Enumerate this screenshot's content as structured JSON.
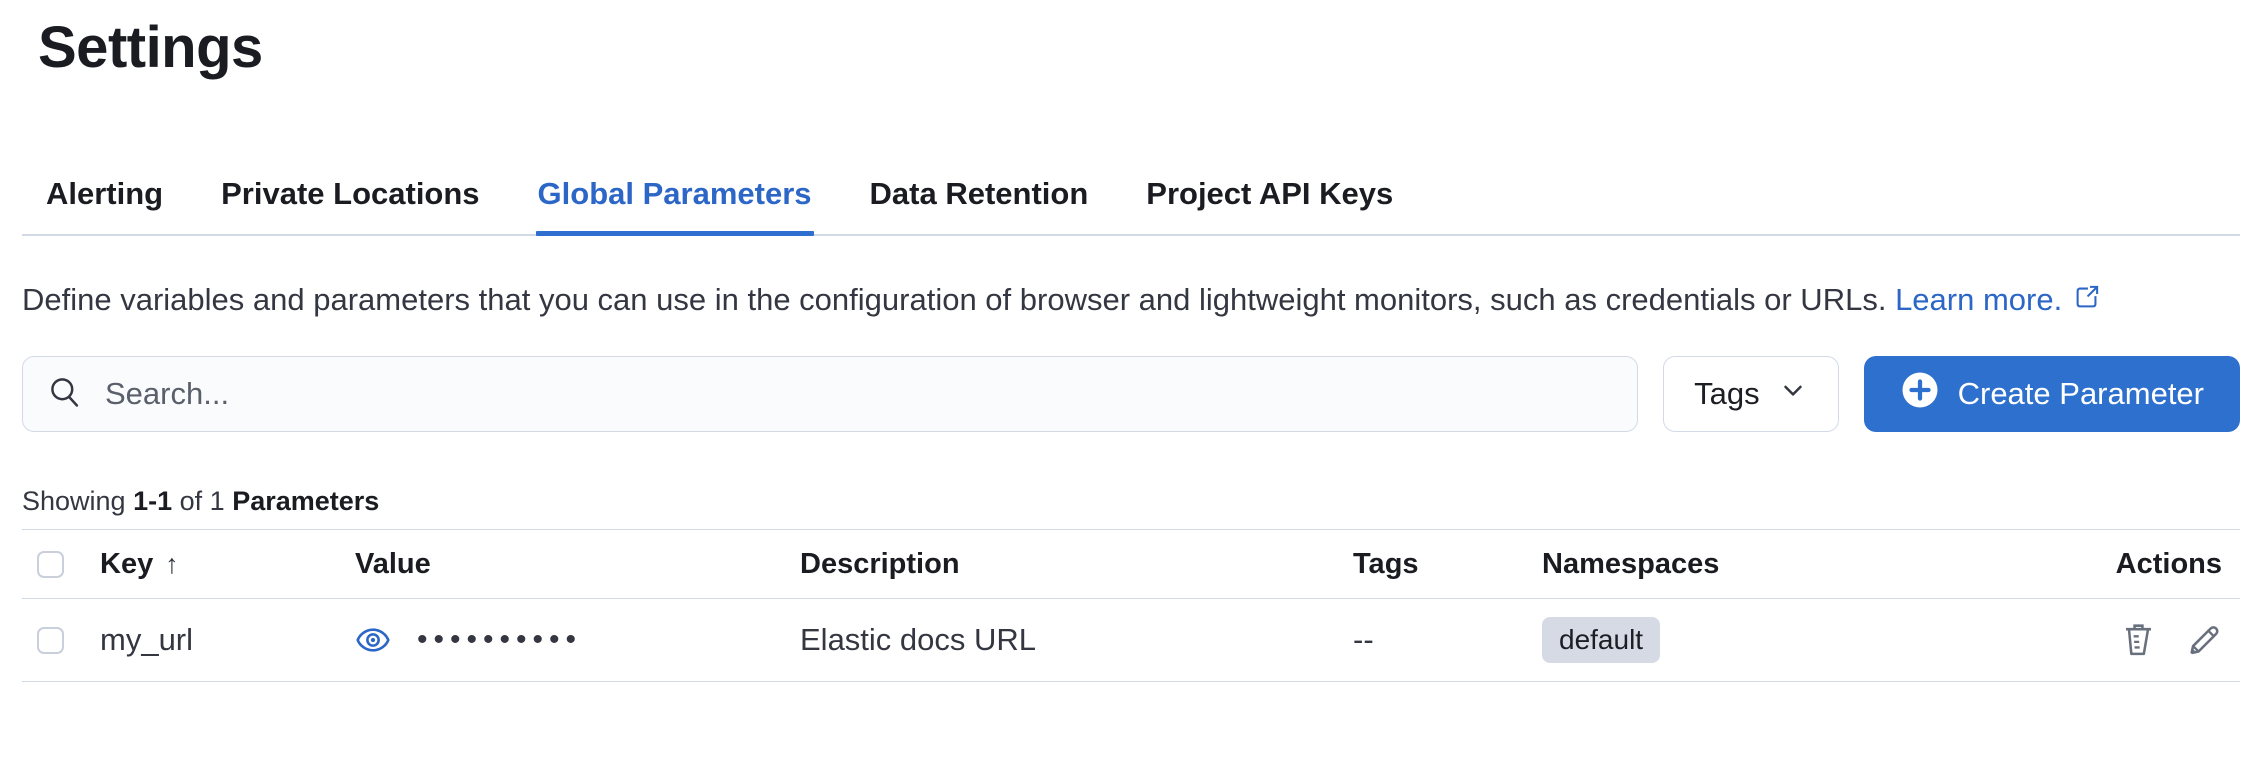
{
  "page": {
    "title": "Settings"
  },
  "tabs": [
    {
      "label": "Alerting",
      "active": false
    },
    {
      "label": "Private Locations",
      "active": false
    },
    {
      "label": "Global Parameters",
      "active": true
    },
    {
      "label": "Data Retention",
      "active": false
    },
    {
      "label": "Project API Keys",
      "active": false
    }
  ],
  "description": {
    "text": "Define variables and parameters that you can use in the configuration of browser and lightweight monitors, such as credentials or URLs.",
    "link_label": "Learn more.",
    "link_icon": "external-link-icon"
  },
  "toolbar": {
    "search_placeholder": "Search...",
    "search_icon": "search-icon",
    "tags_button_label": "Tags",
    "tags_button_icon": "chevron-down-icon",
    "create_button_label": "Create Parameter",
    "create_button_icon": "plus-in-circle-icon"
  },
  "summary": {
    "prefix": "Showing",
    "range": "1-1",
    "middle": "of 1",
    "entity": "Parameters"
  },
  "table": {
    "columns": [
      "Key",
      "Value",
      "Description",
      "Tags",
      "Namespaces",
      "Actions"
    ],
    "sort": {
      "column": "Key",
      "direction": "ascending",
      "arrow": "↑"
    },
    "rows": [
      {
        "key": "my_url",
        "value_masked": "••••••••••",
        "value_icon": "eye-icon",
        "description": "Elastic docs URL",
        "tags": "--",
        "namespaces": [
          "default"
        ],
        "actions": [
          "delete",
          "edit"
        ]
      }
    ]
  },
  "colors": {
    "primary_button": "#2e70cd",
    "active_tab": "#2c66c6",
    "link": "#2c66c6",
    "text_heading": "#1a1c21",
    "text_body": "#343741",
    "icon_subdued": "#69707d",
    "border": "#d3dae6",
    "badge_bg": "#d5dae4",
    "field_bg": "#fafbfd"
  }
}
